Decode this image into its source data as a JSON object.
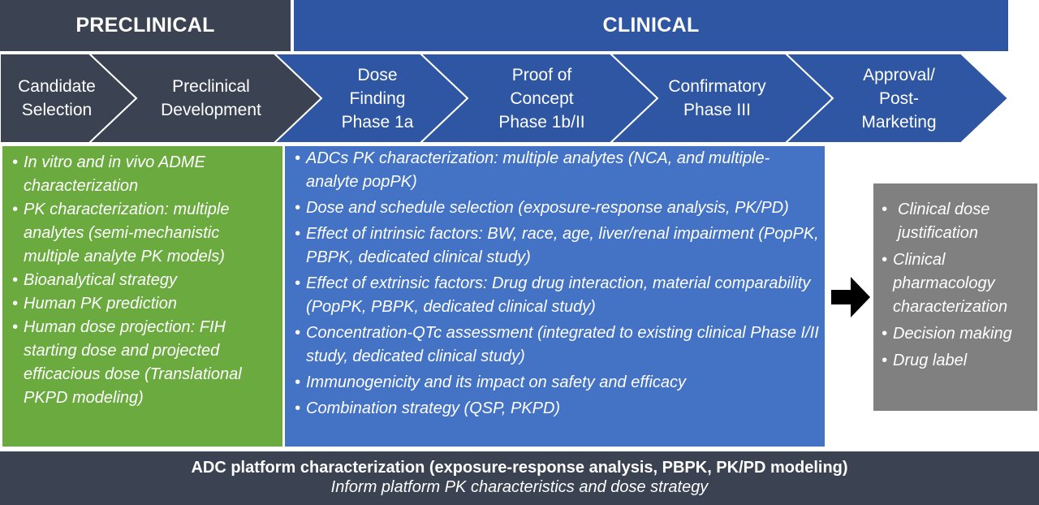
{
  "header": {
    "preclinical": "PRECLINICAL",
    "clinical": "CLINICAL"
  },
  "stages": [
    "Candidate\nSelection",
    "Preclinical\nDevelopment",
    "Dose\nFinding\nPhase 1a",
    "Proof of\nConcept\nPhase 1b/II",
    "Confirmatory\nPhase III",
    "Approval/\nPost-\nMarketing"
  ],
  "colors": {
    "preclinical": "#3b4352",
    "clinical": "#2e56a3",
    "green_panel": "#6aaa3f",
    "blue_panel": "#4472c4",
    "gray_panel": "#808080"
  },
  "preclinical_items": [
    "In vitro and in vivo ADME characterization",
    "PK characterization: multiple analytes (semi-mechanistic multiple analyte PK models)",
    "Bioanalytical strategy",
    "Human PK prediction",
    "Human dose projection: FIH starting dose and projected efficacious dose (Translational PKPD modeling)"
  ],
  "clinical_items": [
    "ADCs PK characterization: multiple analytes (NCA, and multiple-analyte popPK)",
    "Dose and schedule selection (exposure-response analysis, PK/PD)",
    "Effect of intrinsic factors: BW, race, age, liver/renal impairment (PopPK, PBPK, dedicated clinical study)",
    "Effect of extrinsic factors: Drug drug interaction, material comparability (PopPK, PBPK, dedicated clinical study)",
    "Concentration-QTc assessment (integrated to existing clinical Phase I/II study, dedicated clinical study)",
    "Immunogenicity and its impact on safety and efficacy",
    "Combination strategy (QSP, PKPD)"
  ],
  "outcome_items": [
    "Clinical dose justification",
    "Clinical pharmacology characterization",
    "Decision making",
    "Drug label"
  ],
  "footer": {
    "line1": "ADC platform characterization (exposure-response analysis, PBPK, PK/PD modeling)",
    "line2": "Inform platform PK characteristics and dose strategy"
  }
}
